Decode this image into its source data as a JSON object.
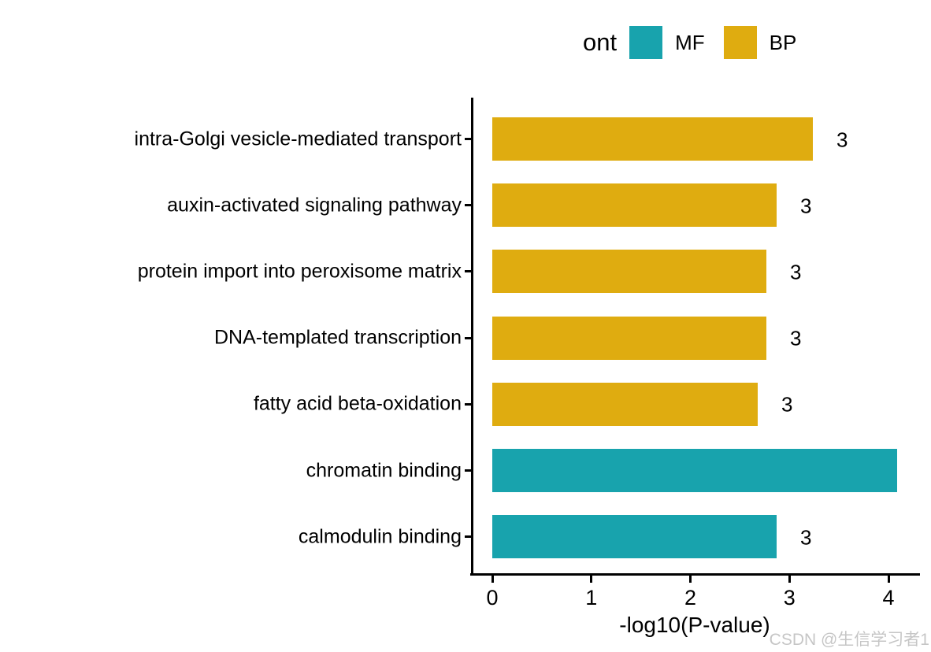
{
  "watermark": {
    "text": "CSDN @生信学习者1",
    "color": "#c6c6c6"
  },
  "chart_data": {
    "type": "bar",
    "orientation": "horizontal",
    "xlabel": "-log10(P-value)",
    "xlim": [
      0,
      4.3
    ],
    "x_ticks": [
      "0",
      "1",
      "2",
      "3",
      "4"
    ],
    "grid": false,
    "legend_position": "top",
    "legend_title": "ont",
    "legend": [
      {
        "name": "MF",
        "color": "#18A3AD"
      },
      {
        "name": "BP",
        "color": "#DFAC10"
      }
    ],
    "bars": [
      {
        "category": "intra-Golgi vesicle-mediated transport",
        "ont": "BP",
        "value": 3.24,
        "count_label": "3"
      },
      {
        "category": "auxin-activated signaling pathway",
        "ont": "BP",
        "value": 2.87,
        "count_label": "3"
      },
      {
        "category": "protein import into peroxisome matrix",
        "ont": "BP",
        "value": 2.77,
        "count_label": "3"
      },
      {
        "category": "DNA-templated transcription",
        "ont": "BP",
        "value": 2.77,
        "count_label": "3"
      },
      {
        "category": "fatty acid beta-oxidation",
        "ont": "BP",
        "value": 2.68,
        "count_label": "3"
      },
      {
        "category": "chromatin binding",
        "ont": "MF",
        "value": 4.09,
        "count_label": ""
      },
      {
        "category": "calmodulin binding",
        "ont": "MF",
        "value": 2.87,
        "count_label": "3"
      }
    ]
  }
}
